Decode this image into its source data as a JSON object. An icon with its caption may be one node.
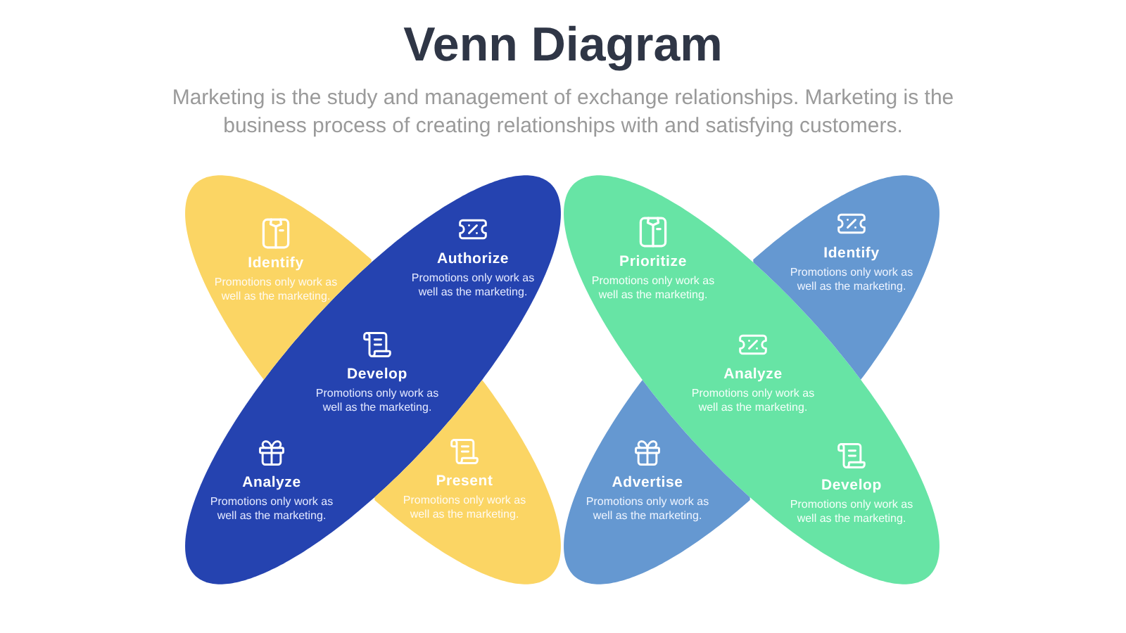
{
  "diagram": {
    "title": "Venn Diagram",
    "nodes": [
      {
        "text": [],
        "shape": "ellipse"
      },
      {
        "text": [
          "Identify",
          "Promotions only work as well as the marketing."
        ],
        "in": 0
      },
      {
        "text": [],
        "shape": "ellipse"
      },
      {
        "text": [
          "Authorize",
          "Promotions only work as well as the marketing."
        ],
        "in": 2
      },
      {
        "text": [
          "Develop",
          "Promotions only work as well as the marketing."
        ],
        "in": 2
      },
      {
        "text": [
          "Analyze",
          "Promotions only work as well as the marketing."
        ],
        "in": 2
      },
      {
        "text": [
          "Present",
          "Promotions only work as well as the marketing."
        ],
        "in": 0
      },
      {
        "text": [],
        "shape": "ellipse"
      },
      {
        "text": [
          "Prioritize",
          "Promotions only work as well as the marketing."
        ],
        "in": 7
      },
      {
        "text": [],
        "shape": "ellipse"
      },
      {
        "text": [
          "Identify",
          "Promotions only work as well as the marketing."
        ],
        "in": 9
      },
      {
        "text": [
          "Analyze",
          "Promotions only work as well as the marketing."
        ],
        "in": 7
      },
      {
        "text": [
          "Advertise",
          "Promotions only work as well as the marketing."
        ],
        "in": 9
      },
      {
        "text": [
          "Develop",
          "Promotions only work as well as the marketing."
        ],
        "in": 7
      }
    ],
    "labels": [
      "Marketing is the study and management of exchange relationships. Marketing is the business process of creating relationships with and satisfying customers."
    ]
  }
}
